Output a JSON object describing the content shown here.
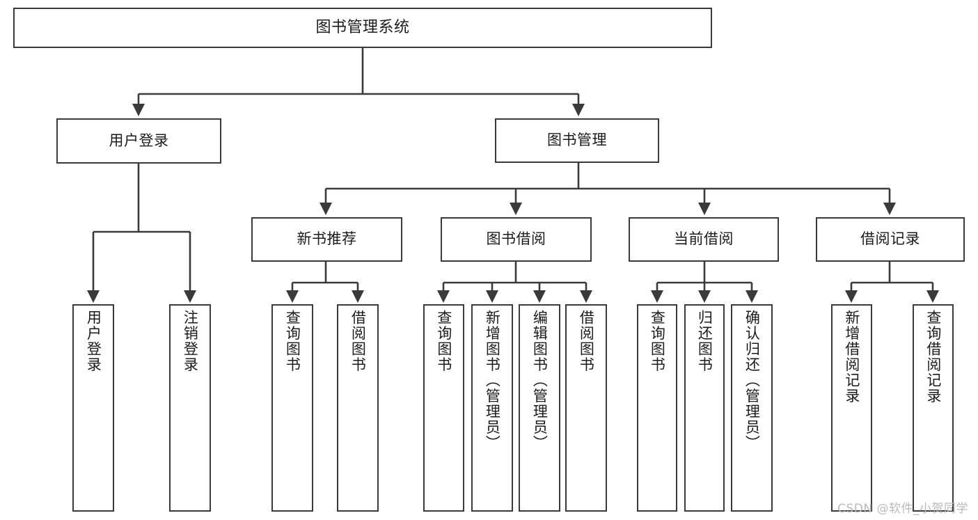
{
  "diagram": {
    "title": "图书管理系统",
    "watermark": "CSDN @软件_小贺同学",
    "colors": {
      "stroke": "#3a3a3a",
      "fill": "#ffffff",
      "text": "#1b1b1b",
      "watermark": "#b9b9b9"
    },
    "nodes": {
      "root": {
        "label": "图书管理系统"
      },
      "level1": [
        {
          "id": "user-login",
          "label": "用户登录"
        },
        {
          "id": "book-manage",
          "label": "图书管理"
        }
      ],
      "level2": [
        {
          "id": "new-book-recommend",
          "label": "新书推荐"
        },
        {
          "id": "book-borrow",
          "label": "图书借阅"
        },
        {
          "id": "current-borrow",
          "label": "当前借阅"
        },
        {
          "id": "borrow-record",
          "label": "借阅记录"
        }
      ],
      "leaves": [
        {
          "id": "leaf-user-login",
          "label": "用户登录"
        },
        {
          "id": "leaf-logout-login",
          "label": "注销登录"
        },
        {
          "id": "leaf-query-book-1",
          "label": "查询图书"
        },
        {
          "id": "leaf-borrow-book-1",
          "label": "借阅图书"
        },
        {
          "id": "leaf-query-book-2",
          "label": "查询图书"
        },
        {
          "id": "leaf-add-book-admin",
          "label": "新增图书（管理员）"
        },
        {
          "id": "leaf-edit-book-admin",
          "label": "编辑图书（管理员）"
        },
        {
          "id": "leaf-borrow-book-2",
          "label": "借阅图书"
        },
        {
          "id": "leaf-query-book-3",
          "label": "查询图书"
        },
        {
          "id": "leaf-return-book",
          "label": "归还图书"
        },
        {
          "id": "leaf-confirm-return-admin",
          "label": "确认归还（管理员）"
        },
        {
          "id": "leaf-add-borrow-record",
          "label": "新增借阅记录"
        },
        {
          "id": "leaf-query-borrow-record",
          "label": "查询借阅记录"
        }
      ]
    },
    "edges": [
      {
        "from": "root",
        "to": "user-login"
      },
      {
        "from": "root",
        "to": "book-manage"
      },
      {
        "from": "user-login",
        "to": "leaf-user-login"
      },
      {
        "from": "user-login",
        "to": "leaf-logout-login"
      },
      {
        "from": "book-manage",
        "to": "new-book-recommend"
      },
      {
        "from": "book-manage",
        "to": "book-borrow"
      },
      {
        "from": "book-manage",
        "to": "current-borrow"
      },
      {
        "from": "book-manage",
        "to": "borrow-record"
      },
      {
        "from": "new-book-recommend",
        "to": "leaf-query-book-1"
      },
      {
        "from": "new-book-recommend",
        "to": "leaf-borrow-book-1"
      },
      {
        "from": "book-borrow",
        "to": "leaf-query-book-2"
      },
      {
        "from": "book-borrow",
        "to": "leaf-add-book-admin"
      },
      {
        "from": "book-borrow",
        "to": "leaf-edit-book-admin"
      },
      {
        "from": "book-borrow",
        "to": "leaf-borrow-book-2"
      },
      {
        "from": "current-borrow",
        "to": "leaf-query-book-3"
      },
      {
        "from": "current-borrow",
        "to": "leaf-return-book"
      },
      {
        "from": "current-borrow",
        "to": "leaf-confirm-return-admin"
      },
      {
        "from": "borrow-record",
        "to": "leaf-add-borrow-record"
      },
      {
        "from": "borrow-record",
        "to": "leaf-query-borrow-record"
      }
    ]
  }
}
